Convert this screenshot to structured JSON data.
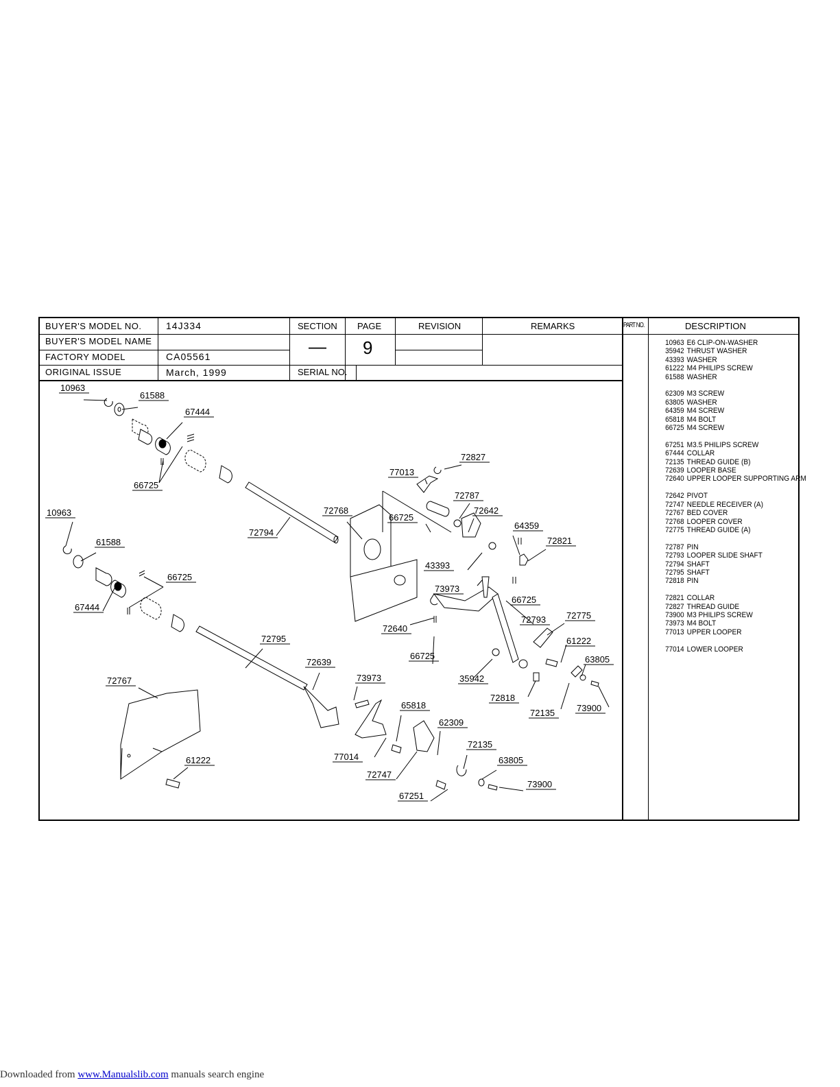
{
  "header": {
    "buyers_model_no_label": "BUYER'S MODEL NO.",
    "buyers_model_no_value": "14J334",
    "buyers_model_name_label": "BUYER'S MODEL NAME",
    "buyers_model_name_value": "",
    "factory_model_label": "FACTORY MODEL",
    "factory_model_value": "CA05561",
    "original_issue_label": "ORIGINAL ISSUE",
    "original_issue_value": "March, 1999",
    "section_label": "SECTION",
    "section_value": "—",
    "page_label": "PAGE",
    "page_value": "9",
    "revision_label": "REVISION",
    "remarks_label": "REMARKS",
    "serial_no_label": "SERIAL NO.",
    "part_no_label": "PART NO.",
    "description_label": "DESCRIPTION"
  },
  "parts_groups": [
    [
      {
        "no": "10963",
        "desc": "E6 CLIP-ON-WASHER"
      },
      {
        "no": "35942",
        "desc": "THRUST WASHER"
      },
      {
        "no": "43393",
        "desc": "WASHER"
      },
      {
        "no": "61222",
        "desc": "M4 PHILIPS SCREW"
      },
      {
        "no": "61588",
        "desc": "WASHER"
      }
    ],
    [
      {
        "no": "62309",
        "desc": "M3 SCREW"
      },
      {
        "no": "63805",
        "desc": "WASHER"
      },
      {
        "no": "64359",
        "desc": "M4 SCREW"
      },
      {
        "no": "65818",
        "desc": "M4 BOLT"
      },
      {
        "no": "66725",
        "desc": "M4 SCREW"
      }
    ],
    [
      {
        "no": "67251",
        "desc": "M3.5 PHILIPS SCREW"
      },
      {
        "no": "67444",
        "desc": "COLLAR"
      },
      {
        "no": "72135",
        "desc": "THREAD GUIDE (B)"
      },
      {
        "no": "72639",
        "desc": "LOOPER BASE"
      },
      {
        "no": "72640",
        "desc": "UPPER LOOPER SUPPORTING ARM"
      }
    ],
    [
      {
        "no": "72642",
        "desc": "PIVOT"
      },
      {
        "no": "72747",
        "desc": "NEEDLE RECEIVER (A)"
      },
      {
        "no": "72767",
        "desc": "BED COVER"
      },
      {
        "no": "72768",
        "desc": "LOOPER COVER"
      },
      {
        "no": "72775",
        "desc": "THREAD GUIDE (A)"
      }
    ],
    [
      {
        "no": "72787",
        "desc": "PIN"
      },
      {
        "no": "72793",
        "desc": "LOOPER SLIDE SHAFT"
      },
      {
        "no": "72794",
        "desc": "SHAFT"
      },
      {
        "no": "72795",
        "desc": "SHAFT"
      },
      {
        "no": "72818",
        "desc": "PIN"
      }
    ],
    [
      {
        "no": "72821",
        "desc": "COLLAR"
      },
      {
        "no": "72827",
        "desc": "THREAD GUIDE"
      },
      {
        "no": "73900",
        "desc": "M3 PHILIPS SCREW"
      },
      {
        "no": "73973",
        "desc": "M4 BOLT"
      },
      {
        "no": "77013",
        "desc": "UPPER LOOPER"
      }
    ],
    [
      {
        "no": "77014",
        "desc": "LOWER LOOPER"
      }
    ]
  ],
  "callouts": [
    "10963",
    "61588",
    "67444",
    "66725",
    "10963",
    "61588",
    "66725",
    "67444",
    "72794",
    "72768",
    "72795",
    "72767",
    "61222",
    "72639",
    "73973",
    "77014",
    "65818",
    "72747",
    "62309",
    "67251",
    "72135",
    "63805",
    "73900",
    "77013",
    "72827",
    "72787",
    "66725",
    "72642",
    "43393",
    "64359",
    "72821",
    "73973",
    "66725",
    "72640",
    "72793",
    "66725",
    "35942",
    "72775",
    "61222",
    "63805",
    "72818",
    "72135",
    "73900"
  ],
  "footer": {
    "prefix": "Downloaded from",
    "link": "www.Manualslib.com",
    "suffix": " manuals search engine"
  }
}
